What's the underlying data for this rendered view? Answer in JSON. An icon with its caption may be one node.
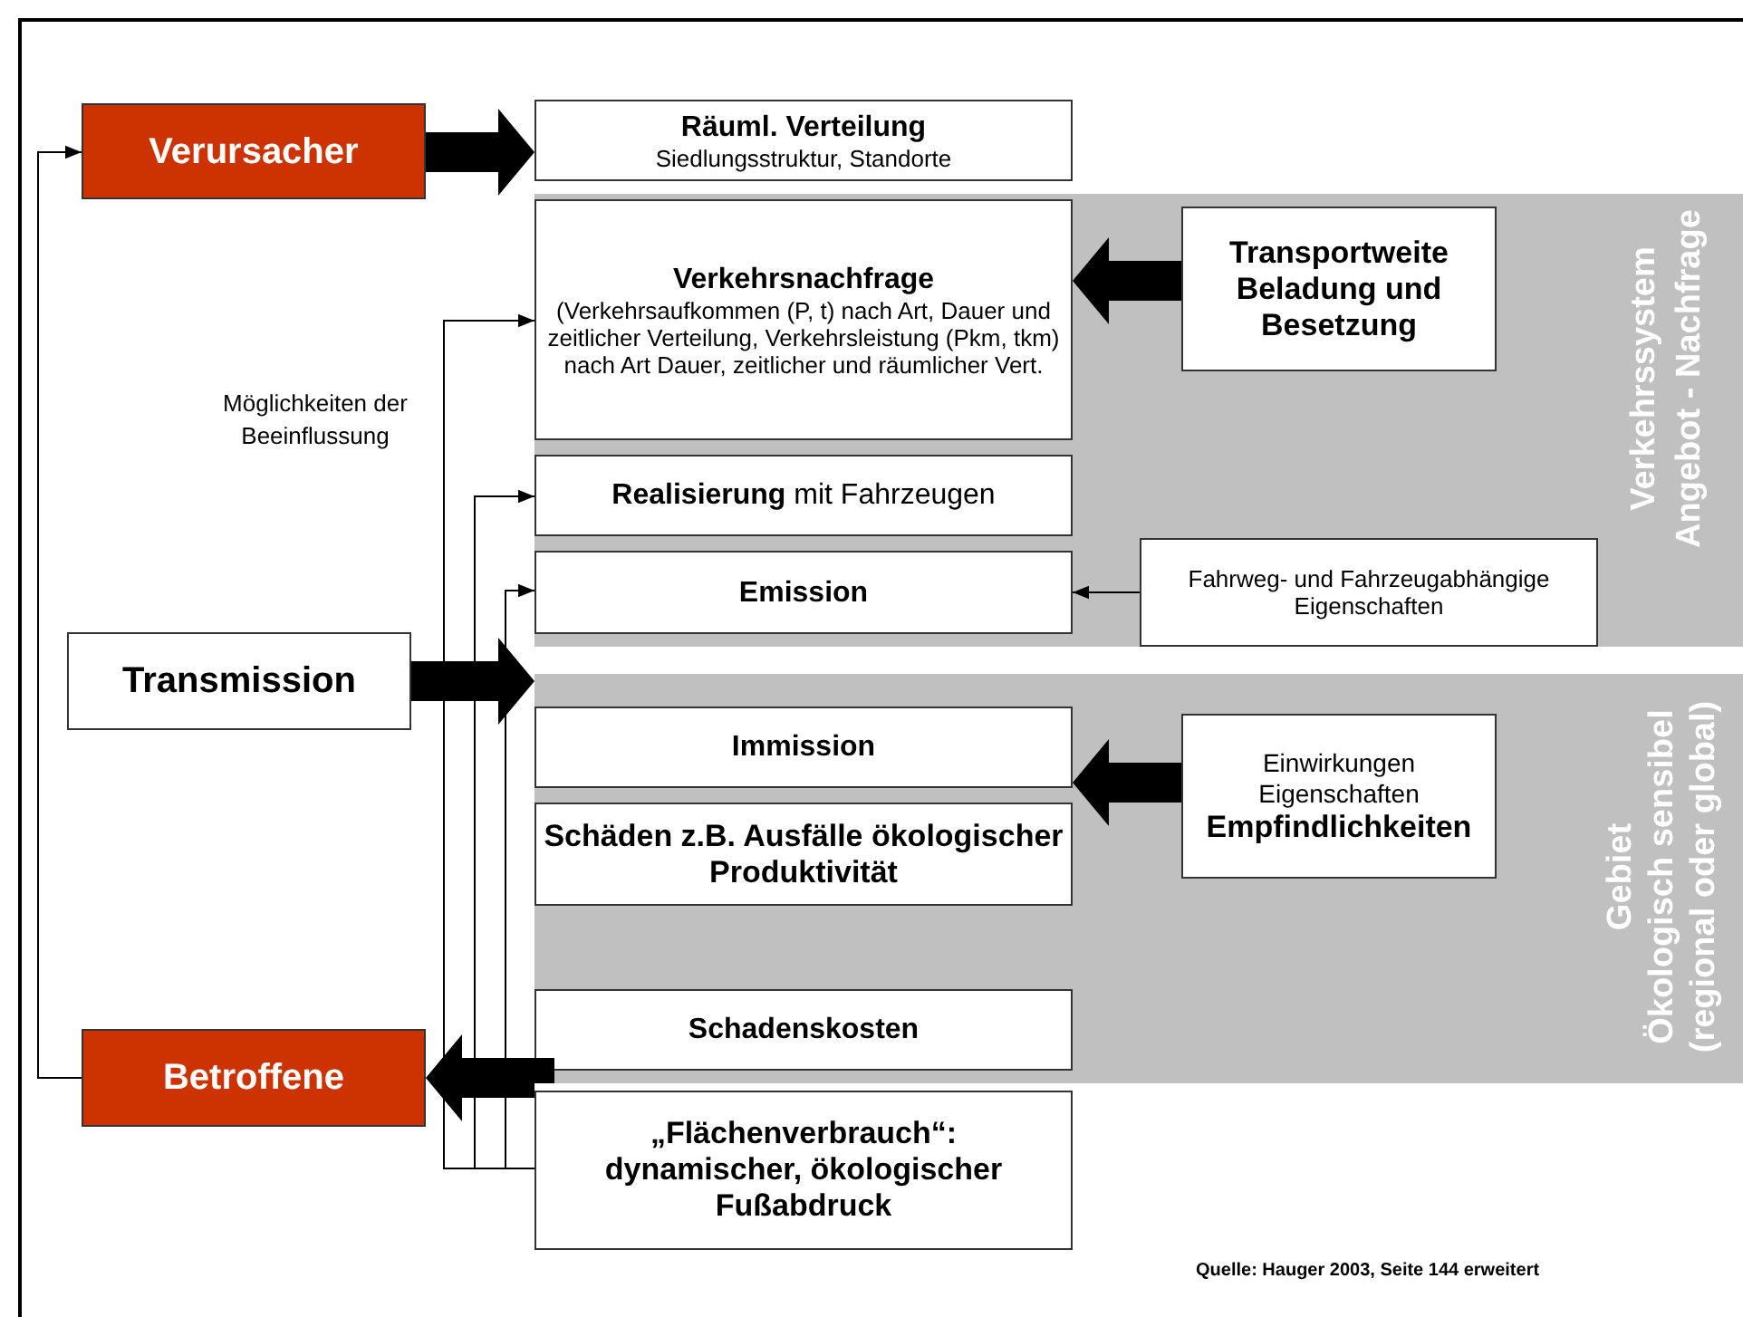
{
  "diagram": {
    "caption": "Quelle: Hauger 2003, Seite 144 erweitert",
    "nodes": [
      {
        "text": [
          "Verursacher"
        ]
      },
      {
        "text": [
          "Räuml. Verteilung",
          "Siedlungsstruktur, Standorte"
        ]
      },
      {
        "text": [
          "Verkehrssystem",
          "Angebot - Nachfrage"
        ]
      },
      {
        "text": [
          "Verkehrsnachfrage",
          "(Verkehrsaufkommen (P, t) nach Art, Dauer und zeitlicher Verteilung, Verkehrsleistung (Pkm, tkm) nach Art Dauer, zeitlicher und räumlicher Vert."
        ],
        "in": 2
      },
      {
        "text": [
          "Transportweite Beladung und Besetzung"
        ],
        "in": 2
      },
      {
        "text": [
          "**Realisierung** mit Fahrzeugen"
        ],
        "in": 2
      },
      {
        "text": [
          "Emission"
        ],
        "in": 2
      },
      {
        "text": [
          "Fahrweg- und Fahrzeugabhängige Eigenschaften"
        ],
        "in": 2
      },
      {
        "text": [
          "Transmission"
        ]
      },
      {
        "text": [
          "Gebiet",
          "Ökologisch sensibel",
          "(regional oder global)"
        ]
      },
      {
        "text": [
          "Immission"
        ],
        "in": 9
      },
      {
        "text": [
          "Schäden z.B. Ausfälle ökologischer Produktivität"
        ],
        "in": 9
      },
      {
        "text": [
          "Einwirkungen Eigenschaften",
          "Empfindlichkeiten"
        ],
        "in": 9
      },
      {
        "text": [
          "Schadenskosten"
        ],
        "in": 9
      },
      {
        "text": [
          "Betroffene"
        ]
      },
      {
        "text": [
          "„Flächenverbrauch“: dynamischer, ökologischer Fußabdruck"
        ]
      }
    ],
    "edges": [
      {
        "from": 0,
        "to": 1,
        "arrow": "to",
        "style": "thick"
      },
      {
        "from": 4,
        "to": 3,
        "arrow": "to",
        "style": "thick"
      },
      {
        "from": 8,
        "to": 9,
        "arrow": "to",
        "style": "thick"
      },
      {
        "from": 12,
        "to": 10,
        "arrow": "to",
        "style": "thick"
      },
      {
        "from": 9,
        "to": 14,
        "arrow": "to",
        "style": "thick"
      },
      {
        "from": 14,
        "to": 0,
        "arrow": "to"
      },
      {
        "from": 15,
        "to": 3,
        "arrow": "to"
      },
      {
        "from": 15,
        "to": 5,
        "arrow": "to"
      },
      {
        "from": 15,
        "to": 6,
        "arrow": "to"
      },
      {
        "from": 7,
        "to": 6,
        "arrow": "to"
      }
    ],
    "labels": [
      "Möglichkeiten der Beeinflussung"
    ]
  }
}
